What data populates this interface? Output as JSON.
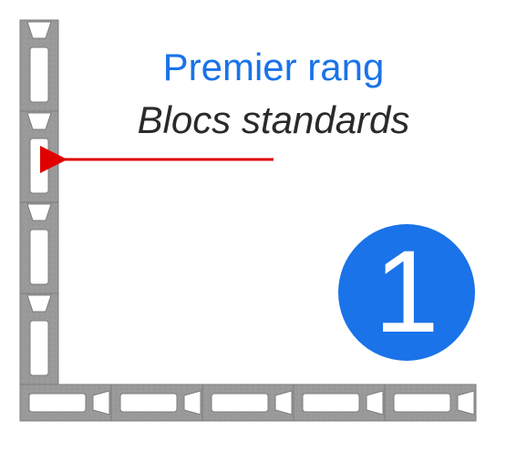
{
  "diagram": {
    "title_line_1": "Premier rang",
    "title_line_2": "Blocs standards",
    "step_number": "1",
    "colors": {
      "title_blue": "#1a73e8",
      "title_dark": "#2a2a2a",
      "arrow_red": "#e00000",
      "badge_blue": "#1a73e8",
      "block_gray": "#9a9a9a",
      "block_edge": "#7c7c7c",
      "cavity_white": "#ffffff"
    },
    "vertical_wall_block_count": 4,
    "horizontal_wall_block_count": 5
  }
}
